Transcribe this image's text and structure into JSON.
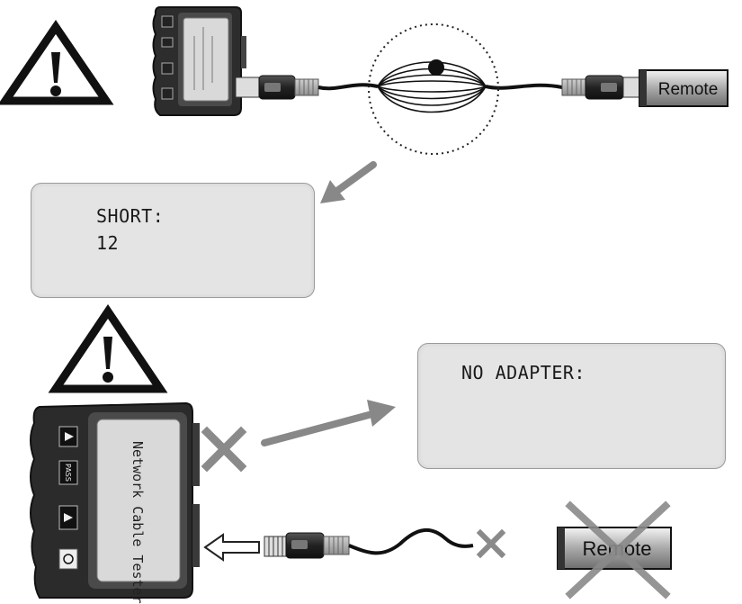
{
  "diagrams": [
    {
      "condition_label": "SHORT:",
      "condition_value": "12",
      "remote_label": "Remote"
    },
    {
      "condition_label": "NO ADAPTER:",
      "remote_label": "Remote",
      "tester_screen_text": "Network Cable Tester",
      "tester_button_label": "PASS"
    }
  ],
  "colors": {
    "arrow": "#888888",
    "cross": "#8a8a8a",
    "lcd_background": "#e4e4e4",
    "device_body": "#2b2b2b"
  },
  "icons": [
    "warning-icon",
    "arrow-icon",
    "cross-icon",
    "cable-short-icon",
    "insert-arrow-icon"
  ]
}
